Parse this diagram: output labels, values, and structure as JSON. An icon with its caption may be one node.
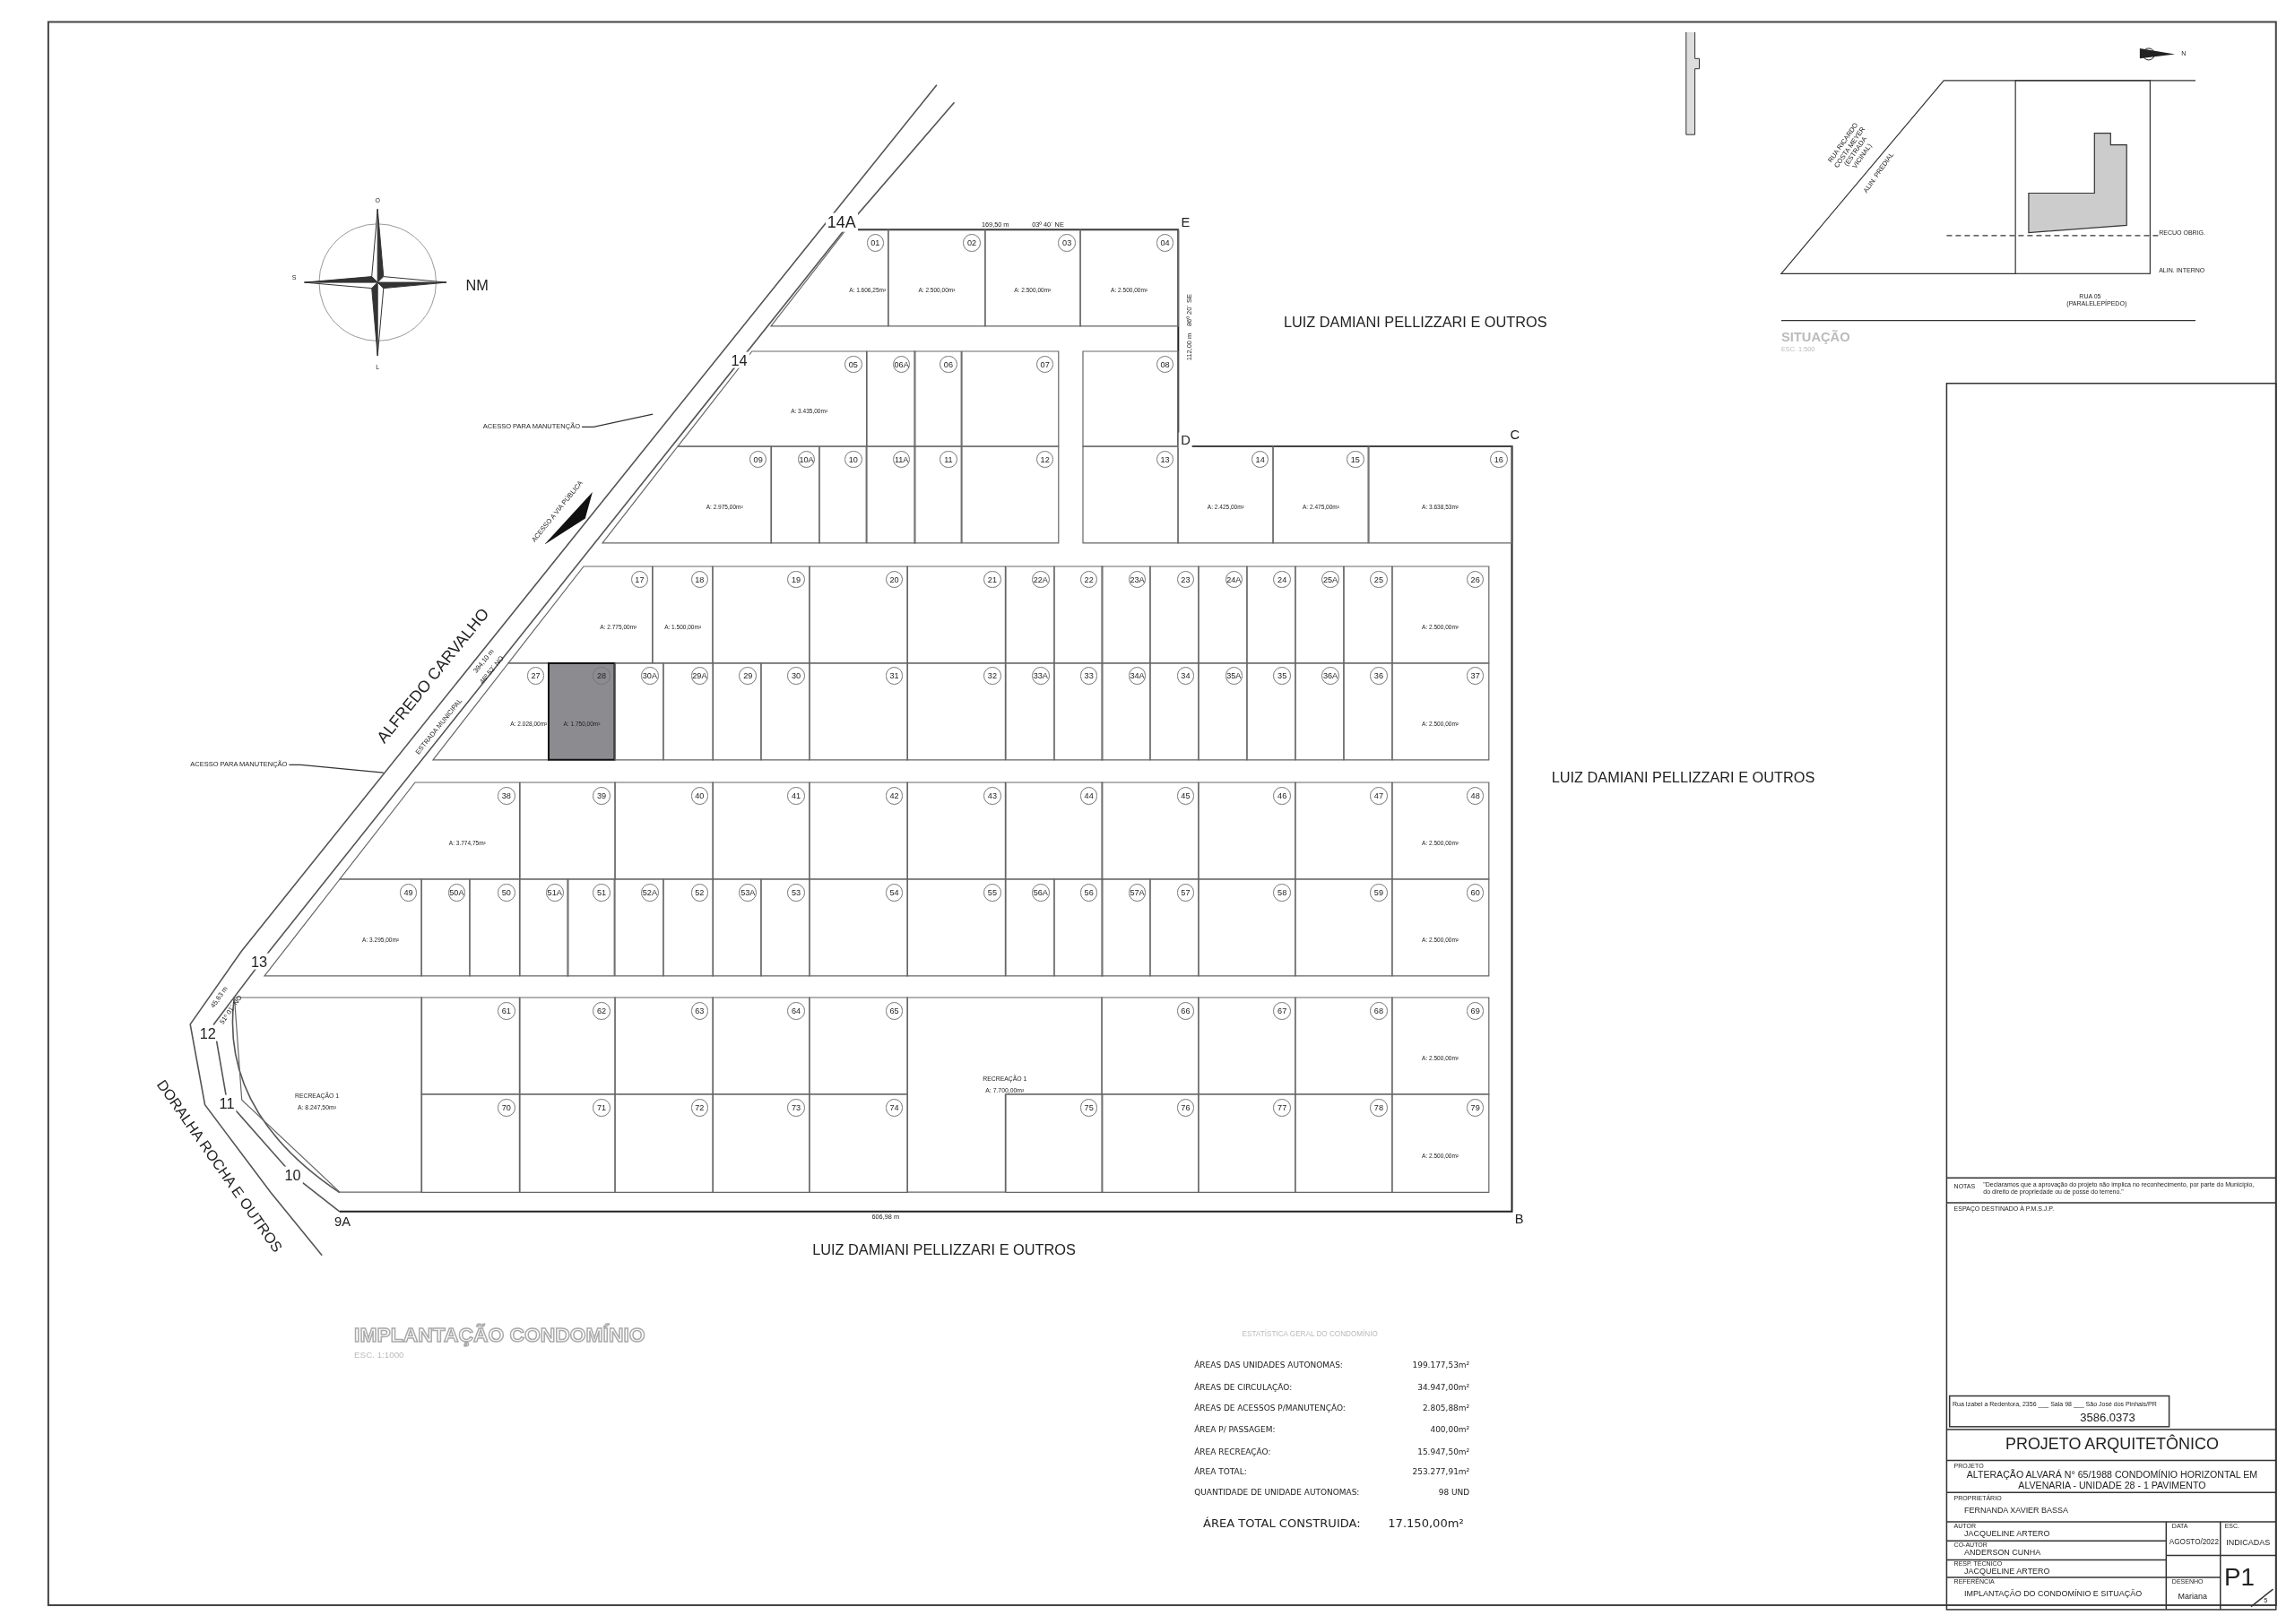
{
  "diagram": {
    "title": "IMPLANTAÇÃO CONDOMÍNIO",
    "nodes": [
      {
        "text": [
          "01",
          "A: 1.606,25m²"
        ]
      },
      {
        "text": [
          "02",
          "A: 2.500,00m²"
        ]
      },
      {
        "text": [
          "03",
          "A: 2.500,00m²"
        ]
      },
      {
        "text": [
          "04",
          "A: 2.500,00m²"
        ]
      },
      {
        "text": [
          "05",
          "A: 3.435,00m²"
        ]
      },
      {
        "text": [
          "06A"
        ]
      },
      {
        "text": [
          "06"
        ]
      },
      {
        "text": [
          "07"
        ]
      },
      {
        "text": [
          "08"
        ]
      },
      {
        "text": [
          "09",
          "A: 2.975,00m²"
        ]
      },
      {
        "text": [
          "10A"
        ]
      },
      {
        "text": [
          "10"
        ]
      },
      {
        "text": [
          "11A"
        ]
      },
      {
        "text": [
          "11"
        ]
      },
      {
        "text": [
          "12"
        ]
      },
      {
        "text": [
          "13"
        ]
      },
      {
        "text": [
          "14",
          "A: 2.425,00m²"
        ]
      },
      {
        "text": [
          "15",
          "A: 2.475,00m²"
        ]
      },
      {
        "text": [
          "16",
          "A: 3.638,53m²"
        ]
      },
      {
        "text": [
          "17",
          "A: 2.775,00m²"
        ]
      },
      {
        "text": [
          "18",
          "A: 1.500,00m²"
        ]
      },
      {
        "text": [
          "19"
        ]
      },
      {
        "text": [
          "20"
        ]
      },
      {
        "text": [
          "21"
        ]
      },
      {
        "text": [
          "22A"
        ]
      },
      {
        "text": [
          "22"
        ]
      },
      {
        "text": [
          "23A"
        ]
      },
      {
        "text": [
          "23"
        ]
      },
      {
        "text": [
          "24A"
        ]
      },
      {
        "text": [
          "24"
        ]
      },
      {
        "text": [
          "25A"
        ]
      },
      {
        "text": [
          "25"
        ]
      },
      {
        "text": [
          "26",
          "A: 2.500,00m²"
        ]
      },
      {
        "text": [
          "27",
          "A: 2.028,00m²"
        ]
      },
      {
        "text": [
          "28",
          "A: 1.750,00m²"
        ]
      },
      {
        "text": [
          "30A"
        ]
      },
      {
        "text": [
          "29A"
        ]
      },
      {
        "text": [
          "29"
        ]
      },
      {
        "text": [
          "30"
        ]
      },
      {
        "text": [
          "31"
        ]
      },
      {
        "text": [
          "32"
        ]
      },
      {
        "text": [
          "33A"
        ]
      },
      {
        "text": [
          "33"
        ]
      },
      {
        "text": [
          "34A"
        ]
      },
      {
        "text": [
          "34"
        ]
      },
      {
        "text": [
          "35A"
        ]
      },
      {
        "text": [
          "35"
        ]
      },
      {
        "text": [
          "36A"
        ]
      },
      {
        "text": [
          "36"
        ]
      },
      {
        "text": [
          "37",
          "A: 2.500,00m²"
        ]
      },
      {
        "text": [
          "38",
          "A: 3.774,75m²"
        ]
      },
      {
        "text": [
          "39"
        ]
      },
      {
        "text": [
          "40"
        ]
      },
      {
        "text": [
          "41"
        ]
      },
      {
        "text": [
          "42"
        ]
      },
      {
        "text": [
          "43"
        ]
      },
      {
        "text": [
          "44"
        ]
      },
      {
        "text": [
          "45"
        ]
      },
      {
        "text": [
          "46"
        ]
      },
      {
        "text": [
          "47"
        ]
      },
      {
        "text": [
          "48",
          "A: 2.500,00m²"
        ]
      },
      {
        "text": [
          "49",
          "A: 3.295,00m²"
        ]
      },
      {
        "text": [
          "50A"
        ]
      },
      {
        "text": [
          "50"
        ]
      },
      {
        "text": [
          "51A"
        ]
      },
      {
        "text": [
          "51"
        ]
      },
      {
        "text": [
          "52A"
        ]
      },
      {
        "text": [
          "52"
        ]
      },
      {
        "text": [
          "53A"
        ]
      },
      {
        "text": [
          "53"
        ]
      },
      {
        "text": [
          "54"
        ]
      },
      {
        "text": [
          "55"
        ]
      },
      {
        "text": [
          "56A"
        ]
      },
      {
        "text": [
          "56"
        ]
      },
      {
        "text": [
          "57A"
        ]
      },
      {
        "text": [
          "57"
        ]
      },
      {
        "text": [
          "58"
        ]
      },
      {
        "text": [
          "59"
        ]
      },
      {
        "text": [
          "60",
          "A: 2.500,00m²"
        ]
      },
      {
        "text": [
          "RECREAÇÃO 1",
          "A: 8.247,50m²"
        ]
      },
      {
        "text": [
          "61"
        ]
      },
      {
        "text": [
          "62"
        ]
      },
      {
        "text": [
          "63"
        ]
      },
      {
        "text": [
          "64"
        ]
      },
      {
        "text": [
          "65"
        ]
      },
      {
        "text": [
          "RECREAÇÃO 1",
          "A: 7.700,00m²"
        ]
      },
      {
        "text": [
          "66"
        ]
      },
      {
        "text": [
          "67"
        ]
      },
      {
        "text": [
          "68"
        ]
      },
      {
        "text": [
          "69",
          "A: 2.500,00m²"
        ]
      },
      {
        "text": [
          "70"
        ]
      },
      {
        "text": [
          "71"
        ]
      },
      {
        "text": [
          "72"
        ]
      },
      {
        "text": [
          "73"
        ]
      },
      {
        "text": [
          "74"
        ]
      },
      {
        "text": [
          "75"
        ]
      },
      {
        "text": [
          "76"
        ]
      },
      {
        "text": [
          "77"
        ]
      },
      {
        "text": [
          "78"
        ]
      },
      {
        "text": [
          "79",
          "A: 2.500,00m²"
        ]
      },
      {
        "text": [
          "ACESSO PARA MANUTENÇÃO"
        ]
      },
      {
        "text": [
          "ACESSO PARA MANUTENÇÃO"
        ]
      },
      {
        "text": [],
        "shape": "arrow",
        "beside": [
          "ACESSO A VIA PÚBLICA"
        ]
      }
    ],
    "edges": [
      {
        "from": 100,
        "to": null,
        "arrow": "none"
      },
      {
        "from": 101,
        "to": null,
        "arrow": "none"
      }
    ],
    "labels": [
      "14A",
      "169,50 m",
      "03º 40´ NE",
      "E",
      "O",
      "S",
      "NM",
      "L",
      "LUIZ DAMIANI PELLIZZARI E OUTROS",
      "86º 20´ SE",
      "112,00 m",
      "14",
      "D",
      "C",
      "ALFREDO CARVALHO",
      "394,10 m",
      "46º 52´ NO",
      "ESTRADA MUNICIPAL",
      "LUIZ DAMIANI PELLIZZARI E OUTROS",
      "13",
      "45,63 m",
      "51º 01´ NO",
      "12",
      "11",
      "10",
      "DORALHA ROCHA E OUTROS",
      "9A",
      "B",
      "606,98 m",
      "LUIZ DAMIANI PELLIZZARI E OUTROS",
      "ESC. 1:1000",
      "ESTATÍSTICA GERAL DO CONDOMÍNIO",
      "ÁREAS DAS UNIDADES AUTONOMAS:",
      "199.177,53m²",
      "ÁREAS DE CIRCULAÇÃO:",
      "34.947,00m²",
      "ÁREAS DE ACESSOS P/MANUTENÇÃO:",
      "2.805,88m²",
      "ÁREA P/ PASSAGEM:",
      "400,00m²",
      "ÁREA RECREAÇÃO:",
      "15.947,50m²",
      "ÁREA TOTAL:",
      "253.277,91m²",
      "QUANTIDADE DE UNIDADE AUTONOMAS:",
      "98 UND",
      "ÁREA TOTAL CONSTRUIDA:",
      "17.150,00m²",
      "SITUAÇÃO",
      "ESC. 1:500",
      "N",
      "RUA RICARDO COSTA MEYER (ESTRADA VICINAL)",
      "ALIN. PREDIAL",
      "RECUO OBRIG.",
      "ALIN. INTERNO",
      "RUA 05 (PARALELEPÍPEDO)",
      "NOTAS",
      "\"Declaramos que a aprovação do projeto não implica no reconhecimento, por parte do Município, do direito de propriedade ou de posse do terreno.\"",
      "ESPAÇO DESTINADO À P.M.S.J.P.",
      "Rua Izabel a Redentora, 2356 ___ Sala 98 ___ São José dos Pinhais/PR",
      "3586.0373",
      "PROJETO ARQUITETÔNICO",
      "PROJETO",
      "ALTERAÇÃO ALVARÁ N° 65/1988 CONDOMÍNIO HORIZONTAL EM ALVENARIA - UNIDADE 28 - 1 PAVIMENTO",
      "PROPRIETÁRIO",
      "FERNANDA XAVIER BASSA",
      "AUTOR",
      "JACQUELINE ARTERO",
      "DATA",
      "AGOSTO/2022",
      "ESC.",
      "INDICADAS",
      "CO-AUTOR",
      "ANDERSON CUNHA",
      "RESP. TÉCNICO",
      "JACQUELINE ARTERO",
      "P1",
      "REFERÊNCIA",
      "IMPLANTAÇÃO DO CONDOMÍNIO E SITUAÇÃO",
      "DESENHO",
      "Mariana",
      "5"
    ]
  }
}
